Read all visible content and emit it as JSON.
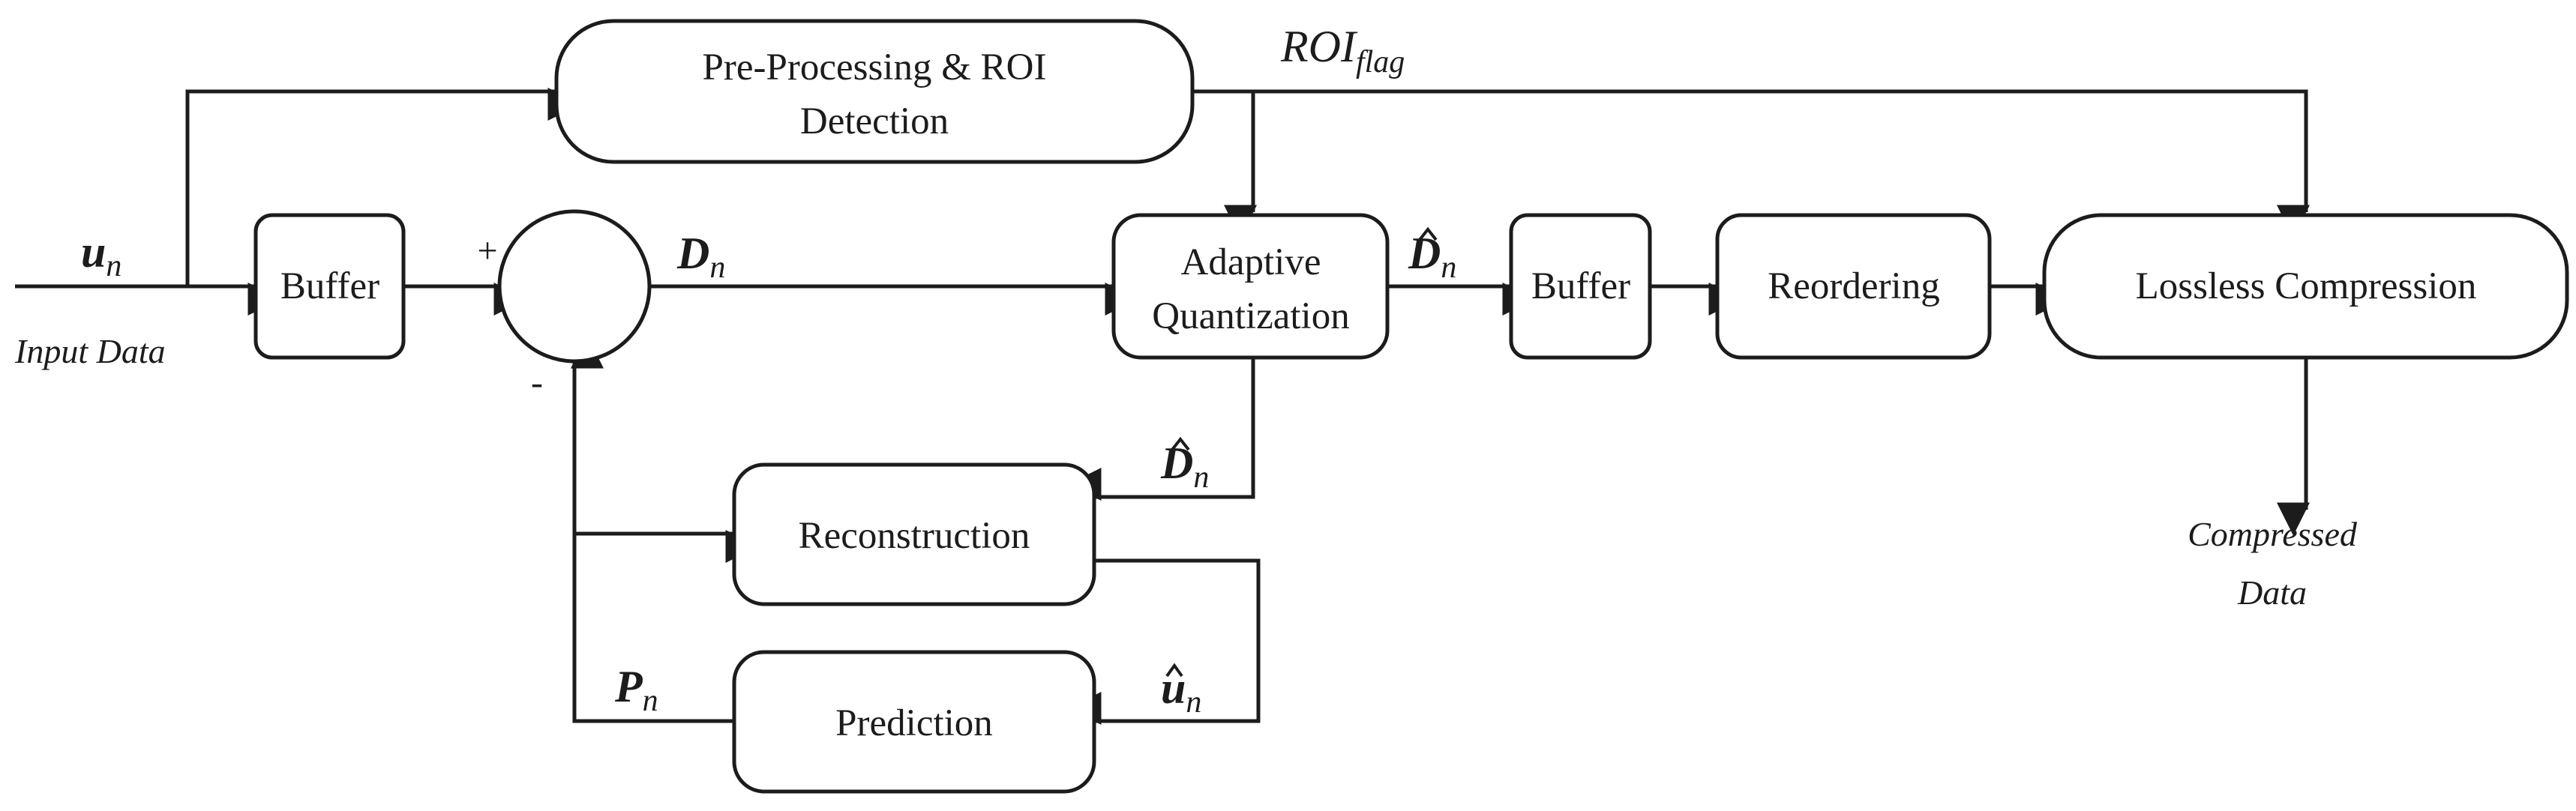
{
  "blocks": {
    "preprocessing": {
      "line1": "Pre-Processing & ROI",
      "line2": "Detection"
    },
    "buffer_in": "Buffer",
    "adaptive_quant": {
      "line1": "Adaptive",
      "line2": "Quantization"
    },
    "buffer_out": "Buffer",
    "reordering": "Reordering",
    "lossless": "Lossless Compression",
    "reconstruction": "Reconstruction",
    "prediction": "Prediction"
  },
  "signals": {
    "input": {
      "base": "u",
      "sub": "n"
    },
    "diff": {
      "base": "D",
      "sub": "n"
    },
    "quant_out": {
      "base": "D",
      "sub": "n"
    },
    "quant_feedback": {
      "base": "D",
      "sub": "n"
    },
    "recon_out": {
      "base": "u",
      "sub": "n"
    },
    "pred": {
      "base": "P",
      "sub": "n"
    },
    "roi": {
      "base": "ROI",
      "sub": "flag"
    }
  },
  "summer": {
    "plus": "+",
    "minus": "-"
  },
  "captions": {
    "input": "Input Data",
    "output_line1": "Compressed",
    "output_line2": "Data"
  }
}
